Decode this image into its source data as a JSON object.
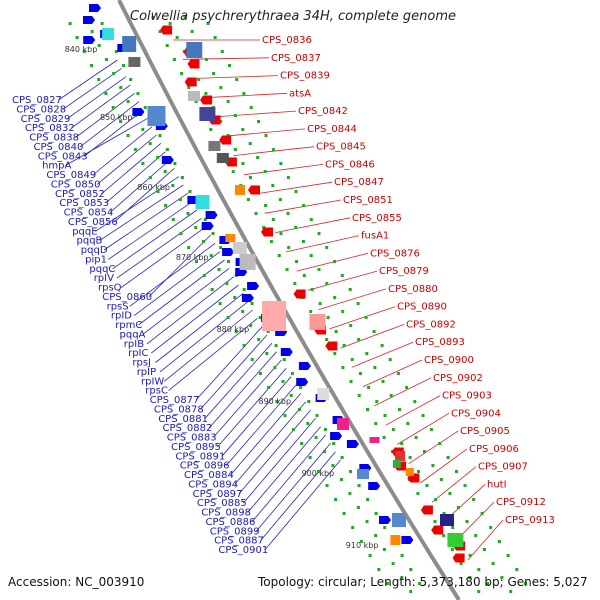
{
  "title": "Colwellia psychrerythraea 34H, complete genome",
  "footer": {
    "accession": "Accession: NC_003910",
    "summary": "Topology: circular; Length: 5,373,180 bp; Genes: 5,027"
  },
  "kbp_ticks": [
    "840 kbp",
    "850 kbp",
    "860 kbp",
    "870 kbp",
    "880 kbp",
    "890 kbp",
    "900 kbp",
    "910 kbp"
  ],
  "left_labels": [
    "CPS_0827",
    "CPS_0828",
    "CPS_0829",
    "CPS_0832",
    "CPS_0838",
    "CPS_0840",
    "CPS_0843",
    "hmpA",
    "CPS_0849",
    "CPS_0850",
    "CPS_0852",
    "CPS_0853",
    "CPS_0854",
    "CPS_0856",
    "pqqE",
    "pqqB",
    "pqqD",
    "pip1",
    "pqqC",
    "rpIV",
    "rpsQ",
    "CPS_0860",
    "rpsS",
    "rpID",
    "rpmC",
    "pqqA",
    "rpIB",
    "rpIC",
    "rpsJ",
    "rpIP",
    "rpIW",
    "rpsC",
    "CPS_0877",
    "CPS_0878",
    "CPS_0881",
    "CPS_0882",
    "CPS_0883",
    "CPS_0895",
    "CPS_0891",
    "CPS_0896",
    "CPS_0884",
    "CPS_0894",
    "CPS_0897",
    "CPS_0885",
    "CPS_0898",
    "CPS_0886",
    "CPS_0899",
    "CPS_0887",
    "CPS_0901"
  ],
  "right_labels": [
    "CPS_0836",
    "CPS_0837",
    "CPS_0839",
    "atsA",
    "CPS_0842",
    "CPS_0844",
    "CPS_0845",
    "CPS_0846",
    "CPS_0847",
    "CPS_0851",
    "CPS_0855",
    "fusA1",
    "CPS_0876",
    "CPS_0879",
    "CPS_0880",
    "CPS_0890",
    "CPS_0892",
    "CPS_0893",
    "CPS_0900",
    "CPS_0902",
    "CPS_0903",
    "CPS_0904",
    "CPS_0905",
    "CPS_0906",
    "CPS_0907",
    "hutI",
    "CPS_0912",
    "CPS_0913"
  ],
  "colors": {
    "backbone": "#8c8c8c",
    "forward_gene": "#0000ee",
    "reverse_gene": "#ee0000",
    "tick": "#22aa22",
    "left_text": "#1a1ab8",
    "right_text": "#cc0000"
  }
}
